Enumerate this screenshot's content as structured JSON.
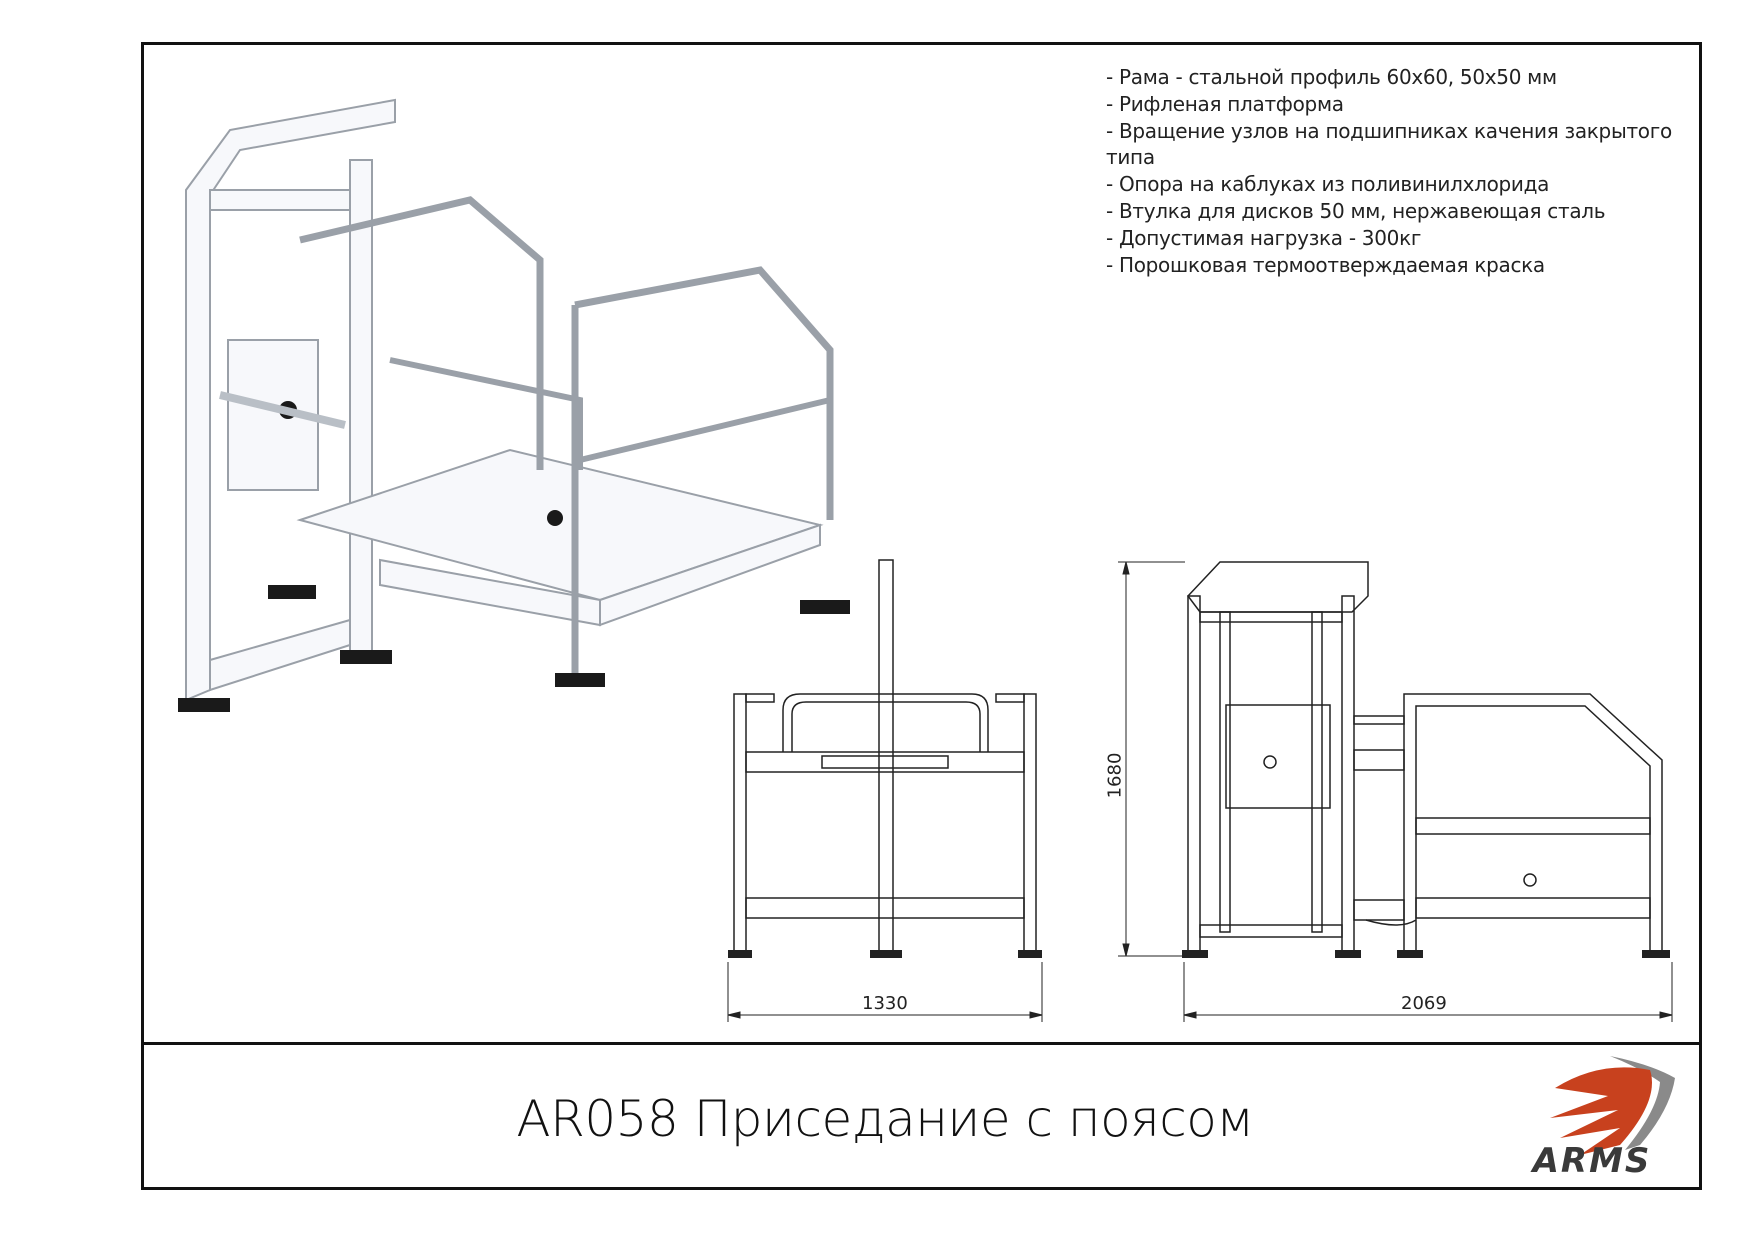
{
  "specs": [
    "- Рама - стальной профиль 60х60, 50х50 мм",
    "- Рифленая платформа",
    "- Вращение узлов на подшипниках качения закрытого типа",
    "- Опора на каблуках из поливинилхлорида",
    "- Втулка для дисков 50 мм, нержавеющая сталь",
    "- Допустимая нагрузка - 300кг",
    "- Порошковая термоотверждаемая краска"
  ],
  "dimensions": {
    "width": "1330",
    "length": "2069",
    "height": "1680"
  },
  "title": "AR058 Приседание с поясом",
  "logo": {
    "text": "ARMS",
    "colors": {
      "primary": "#c8411e",
      "secondary": "#8a8a8a",
      "text": "#3a3a3a"
    }
  }
}
